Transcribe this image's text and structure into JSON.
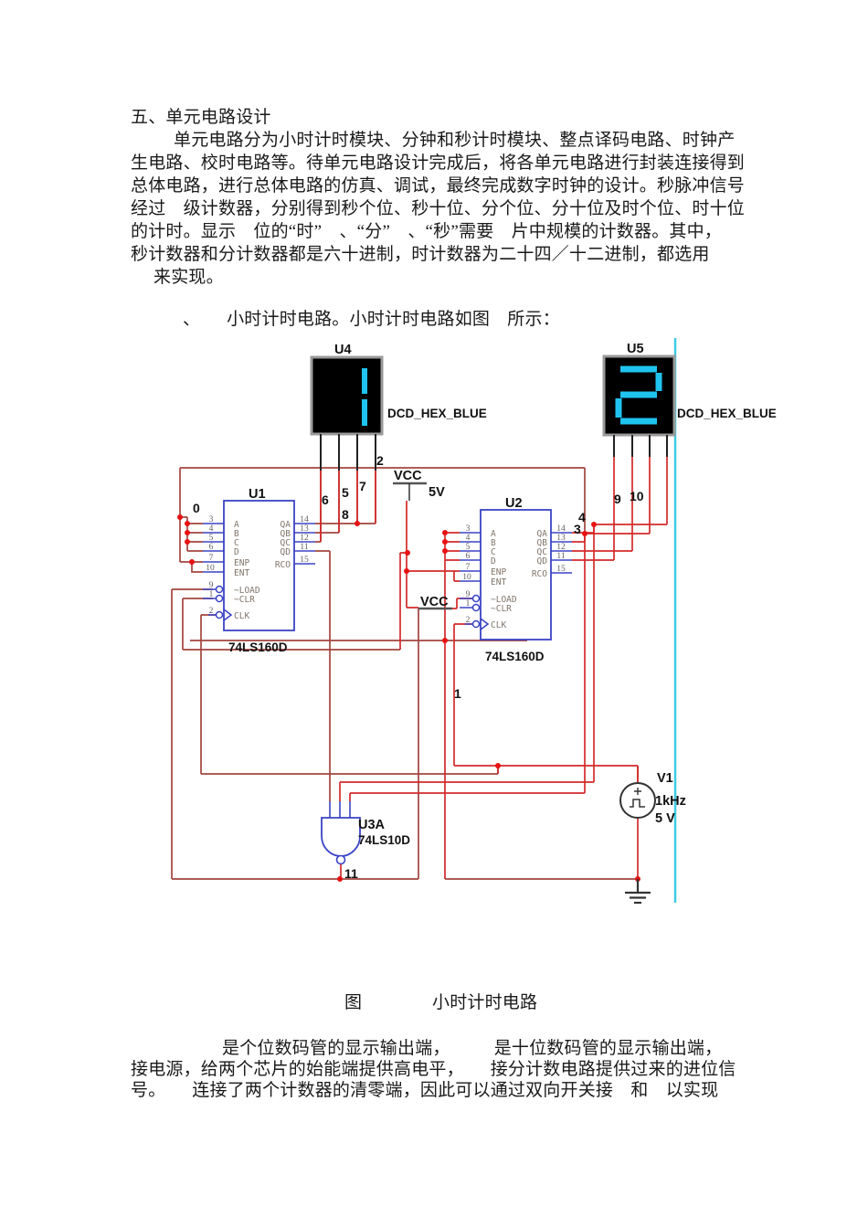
{
  "document": {
    "heading": "五、单元电路设计",
    "para1": [
      "单元电路分为小时计时模块、分钟和秒计时模块、整点译码电路、时钟产",
      "生电路、校时电路等。待单元电路设计完成后，将各单元电路进行封装连接得到",
      "总体电路，进行总体电路的仿真、调试，最终完成数字时钟的设计。秒脉冲信号",
      "经过　级计数器，分别得到秒个位、秒十位、分个位、分十位及时个位、时十位",
      "的计时。显示　位的“时”　、“分”　、“秒”需要　片中规模的计数器。其中，",
      "秒计数器和分计数器都是六十进制，时计数器为二十四／十二进制，都选用",
      "来实现。"
    ],
    "intro_line": "、　　小时计时电路。小时计时电路如图　所示：",
    "caption": "图　　　　小时计时电路",
    "para2": [
      "是个位数码管的显示输出端，　　　是十位数码管的显示输出端，",
      "接电源，给两个芯片的始能端提供高电平，　　接分计数电路提供过来的进位信",
      "号。　　连接了两个计数器的清零端，因此可以通过双向开关接　和　以实现"
    ]
  },
  "circuit": {
    "u4": {
      "ref": "U4",
      "part": "DCD_HEX_BLUE",
      "digit": "1"
    },
    "u5": {
      "ref": "U5",
      "part": "DCD_HEX_BLUE",
      "digit": "2"
    },
    "u1": {
      "ref": "U1",
      "part": "74LS160D"
    },
    "u2": {
      "ref": "U2",
      "part": "74LS160D"
    },
    "u3": {
      "ref": "U3A",
      "part": "74LS10D"
    },
    "v1": {
      "ref": "V1",
      "freq": "1kHz",
      "amp": "5 V"
    },
    "vcc": {
      "label": "VCC",
      "volt": "5V"
    },
    "vcc2": {
      "label": "VCC"
    },
    "pins": {
      "left_numbers": [
        "3",
        "4",
        "5",
        "6",
        "7",
        "10",
        "9",
        "1",
        "2"
      ],
      "left_names": [
        "A",
        "B",
        "C",
        "D",
        "ENP",
        "ENT",
        "~LOAD",
        "~CLR",
        "CLK"
      ],
      "right_numbers": [
        "14",
        "13",
        "12",
        "11",
        "15"
      ],
      "right_names": [
        "QA",
        "QB",
        "QC",
        "QD",
        "RCO"
      ]
    },
    "nets": {
      "n0": "0",
      "n1": "1",
      "n2": "2",
      "n3": "3",
      "n4": "4",
      "n5": "5",
      "n6": "6",
      "n7": "7",
      "n8": "8",
      "n9": "9",
      "n10": "10",
      "n11": "11"
    },
    "colors": {
      "wire": "#d42a2a",
      "wire_dark": "#a2453f",
      "chip": "#3a43c4",
      "digit": "#1fc3ef",
      "cyan_line": "#3fcbe2",
      "dot": "#e81111",
      "display_bg": "#000000"
    }
  }
}
